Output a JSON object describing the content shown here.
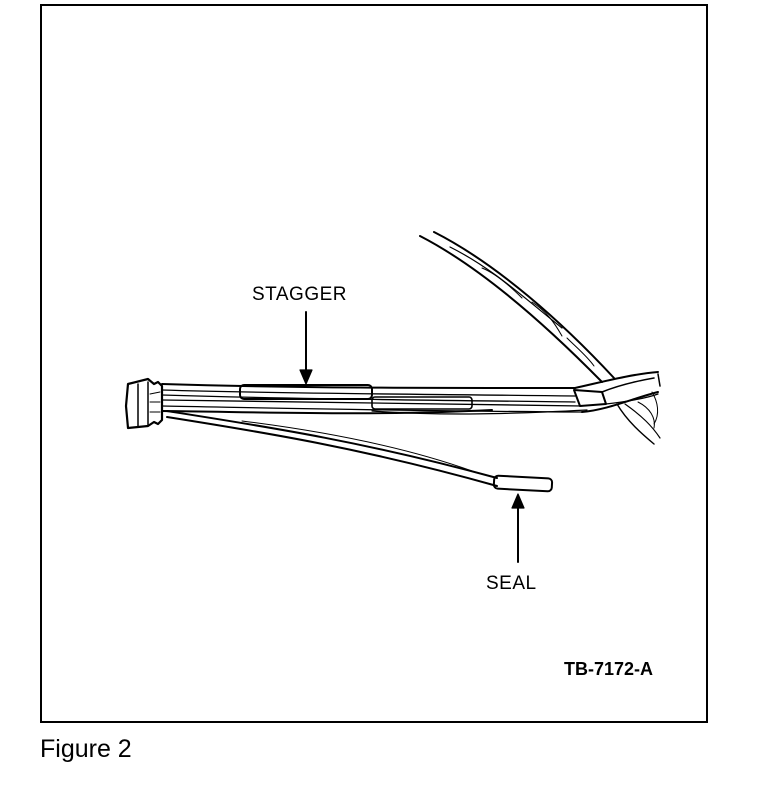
{
  "figure": {
    "caption": "Figure 2",
    "id_code": "TB-7172-A"
  },
  "callouts": {
    "stagger": "STAGGER",
    "seal": "SEAL"
  },
  "colors": {
    "ink": "#000000",
    "paper": "#ffffff"
  }
}
